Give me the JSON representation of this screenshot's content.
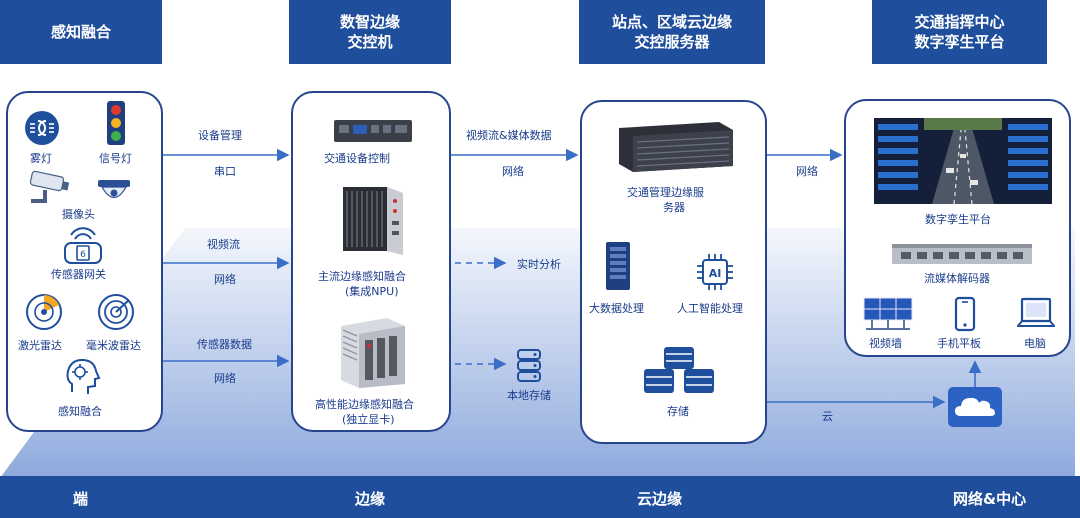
{
  "headers": {
    "perception": "感知融合",
    "edge_switch_l1": "数智边缘",
    "edge_switch_l2": "交控机",
    "cloud_edge_l1": "站点、区域云边缘",
    "cloud_edge_l2": "交控服务器",
    "center_l1": "交通指挥中心",
    "center_l2": "数字孪生平台"
  },
  "devices": {
    "fog_light": "雾灯",
    "traffic_light": "信号灯",
    "camera": "摄像头",
    "sensor_gateway": "传感器网关",
    "lidar": "激光雷达",
    "mmwave_radar": "毫米波雷达",
    "perception_fusion": "感知融合"
  },
  "edge_nodes": {
    "traffic_control": "交通设备控制",
    "mainstream_l1": "主流边缘感知融合",
    "mainstream_l2": "(集成NPU)",
    "highperf_l1": "高性能边缘感知融合",
    "highperf_l2": "(独立显卡)"
  },
  "server": {
    "server_l1": "交通管理边缘服",
    "server_l2": "务器",
    "big_data": "大数据处理",
    "ai": "人工智能处理",
    "storage": "存储"
  },
  "center": {
    "twin_platform": "数字孪生平台",
    "media_decoder": "流媒体解码器",
    "video_wall": "视频墙",
    "phone_tablet": "手机平板",
    "computer": "电脑"
  },
  "edges": {
    "device_mgmt": "设备管理",
    "serial": "串口",
    "video_stream": "视频流",
    "network_1": "网络",
    "sensor_data": "传感器数据",
    "network_2": "网络",
    "video_media": "视频流&媒体数据",
    "network_3": "网络",
    "network_4": "网络",
    "realtime": "实时分析",
    "local_storage": "本地存储",
    "cloud": "云"
  },
  "footer": {
    "end": "端",
    "edge": "边缘",
    "cloud_edge": "云边缘",
    "network_center": "网络&中心"
  },
  "colors": {
    "header_bg": "#1f4e9c",
    "panel_border": "#27458f",
    "arrow": "#3a6ec8",
    "text": "#1a3c8c"
  },
  "icons": [
    "fog-light-icon",
    "traffic-light-icon",
    "camera-icon",
    "dome-camera-icon",
    "sensor-gateway-icon",
    "lidar-icon",
    "radar-icon",
    "perception-head-icon",
    "switch-device-icon",
    "mainstream-box-icon",
    "highperf-box-icon",
    "local-storage-icon",
    "rack-server-icon",
    "big-data-icon",
    "ai-chip-icon",
    "storage-icon",
    "twin-dashboard-icon",
    "media-decoder-icon",
    "video-wall-icon",
    "phone-icon",
    "computer-icon",
    "cloud-icon"
  ]
}
